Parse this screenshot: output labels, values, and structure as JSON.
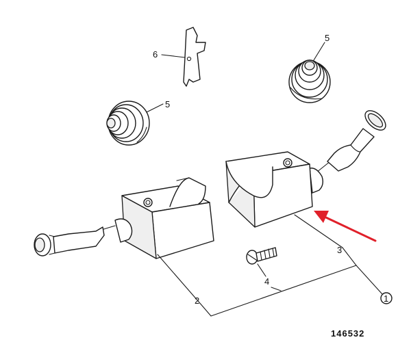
{
  "labels": {
    "part_6": "6",
    "part_5_top": "5",
    "part_5_mid": "5",
    "part_3": "3",
    "part_4": "4",
    "part_2": "2",
    "callout_1": "1"
  },
  "reference_number": "146532",
  "colors": {
    "ink": "#1a1a1a",
    "arrow": "#e0202a",
    "background": "#ffffff"
  },
  "icons": [
    "clamp-half-left",
    "clamp-half-right",
    "gaiter",
    "lock-plate",
    "screw",
    "lever-knob",
    "pointer-arrow"
  ]
}
